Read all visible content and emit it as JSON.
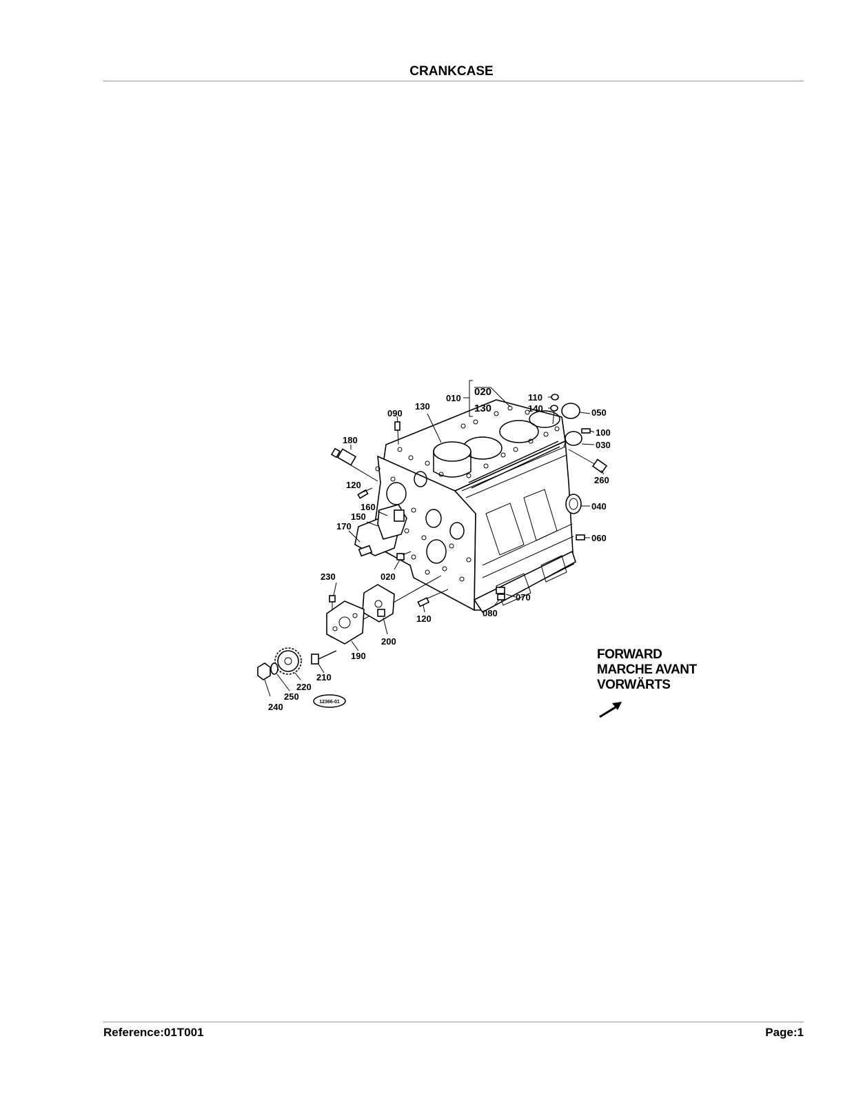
{
  "page": {
    "title": "CRANKCASE",
    "reference": "Reference:01T001",
    "page_label": "Page:1"
  },
  "diagram": {
    "callouts": {
      "p010": "010",
      "p020_kit": "020",
      "p130_kit": "130",
      "p130": "130",
      "p090": "090",
      "p180": "180",
      "p110": "110",
      "p140": "140",
      "p050": "050",
      "p100": "100",
      "p030": "030",
      "p260": "260",
      "p040": "040",
      "p060": "060",
      "p120a": "120",
      "p160": "160",
      "p150": "150",
      "p170": "170",
      "p020": "020",
      "p230": "230",
      "p070": "070",
      "p080": "080",
      "p120b": "120",
      "p200": "200",
      "p190": "190",
      "p210": "210",
      "p220": "220",
      "p250": "250",
      "p240": "240"
    },
    "direction": {
      "line1": "FORWARD",
      "line2": "MARCHE AVANT",
      "line3": "VORWÄRTS"
    },
    "stamp": "12366-01"
  }
}
